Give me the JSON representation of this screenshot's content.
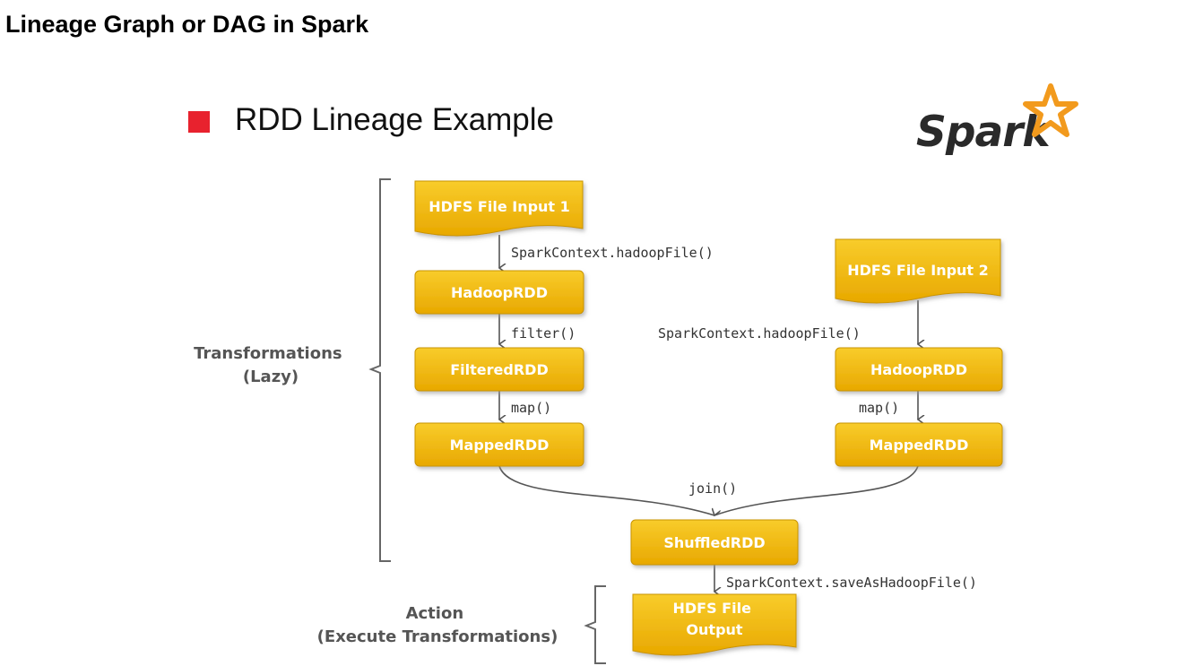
{
  "page": {
    "title": "Lineage Graph or DAG in Spark"
  },
  "slide": {
    "heading": "RDD Lineage Example",
    "bullet_color": "#e8222e",
    "logo_text": "Spark",
    "logo_star_color": "#f29a1d"
  },
  "colors": {
    "node_fill_top": "#f8cc2b",
    "node_fill_bottom": "#e8a800",
    "node_stroke": "#c99400",
    "edge": "#555555"
  },
  "groups": {
    "transformations": {
      "line1": "Transformations",
      "line2": "(Lazy)"
    },
    "action": {
      "line1": "Action",
      "line2": "(Execute Transformations)"
    }
  },
  "nodes": {
    "hdfs_input_1": "HDFS File Input 1",
    "hadooprdd_1": "HadoopRDD",
    "filteredrdd": "FilteredRDD",
    "mappedrdd_1": "MappedRDD",
    "hdfs_input_2": "HDFS File Input 2",
    "hadooprdd_2": "HadoopRDD",
    "mappedrdd_2": "MappedRDD",
    "shuffledrdd": "ShuffledRDD",
    "hdfs_output_line1": "HDFS File",
    "hdfs_output_line2": "Output"
  },
  "edges": {
    "hadoopfile_1": "SparkContext.hadoopFile()",
    "filter": "filter()",
    "map_1": "map()",
    "hadoopfile_2": "SparkContext.hadoopFile()",
    "map_2": "map()",
    "join": "join()",
    "save": "SparkContext.saveAsHadoopFile()"
  }
}
